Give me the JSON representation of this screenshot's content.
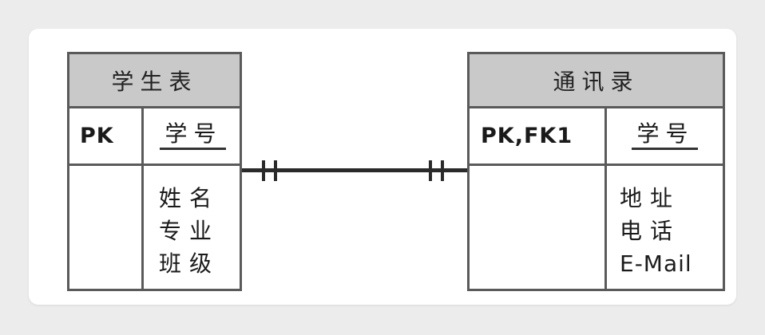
{
  "diagram": {
    "relationship": {
      "cardinality_left": "one-and-only-one",
      "cardinality_right": "one-and-only-one"
    },
    "entities": [
      {
        "title": "学生表",
        "key_label": "PK",
        "key_attribute": "学号",
        "attributes": [
          "姓名",
          "专业",
          "班级"
        ]
      },
      {
        "title": "通讯录",
        "key_label": "PK,FK1",
        "key_attribute": "学号",
        "attributes": [
          "地址",
          "电话",
          "E-Mail"
        ]
      }
    ]
  }
}
